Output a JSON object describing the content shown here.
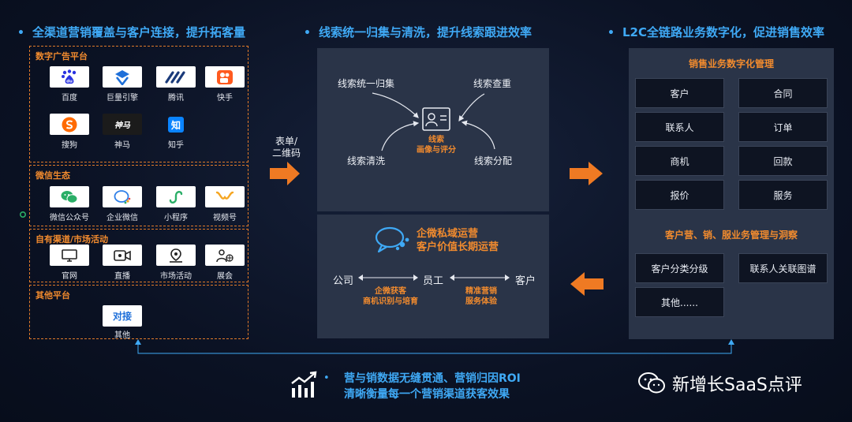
{
  "headings": {
    "left": "全渠道营销覆盖与客户连接，提升拓客量",
    "center": "线索统一归集与清洗，提升线索跟进效率",
    "right": "L2C全链路业务数字化，促进销售效率",
    "bullet": "•"
  },
  "left": {
    "groups": [
      {
        "title": "数字广告平台",
        "items": [
          "百度",
          "巨量引擎",
          "腾讯",
          "快手",
          "搜狗",
          "神马",
          "知乎"
        ]
      },
      {
        "title": "微信生态",
        "items": [
          "微信公众号",
          "企业微信",
          "小程序",
          "视频号"
        ]
      },
      {
        "title": "自有渠道/市场活动",
        "items": [
          "官网",
          "直播",
          "市场活动",
          "展会"
        ]
      },
      {
        "title": "其他平台",
        "items": [
          "其他"
        ],
        "button": "对接"
      }
    ],
    "logo_text": {
      "baidu": "du",
      "shenma": "神马",
      "zhihu": "知"
    }
  },
  "arrow_label": [
    "表单/",
    "二维码"
  ],
  "center_top": {
    "merge": "线索统一归集",
    "dedupe": "线索查重",
    "clean": "线索清洗",
    "assign": "线索分配",
    "core_line1": "线索",
    "core_line2": "画像与评分"
  },
  "center_bottom": {
    "title1": "企微私域运营",
    "title2": "客户价值长期运营",
    "company": "公司",
    "employee": "员工",
    "customer": "客户",
    "left_note1": "企微获客",
    "left_note2": "商机识别与培育",
    "right_note1": "精准营销",
    "right_note2": "服务体验"
  },
  "right": {
    "section1": "销售业务数字化管理",
    "cells": [
      "客户",
      "合同",
      "联系人",
      "订单",
      "商机",
      "回款",
      "报价",
      "服务"
    ],
    "section2": "客户营、销、服业务管理与洞察",
    "cells2": [
      "客户分类分级",
      "联系人关联图谱",
      "其他......"
    ]
  },
  "bottom": {
    "line1": "营与销数据无缝贯通、营销归因ROI",
    "line2": "清晰衡量每一个营销渠道获客效果",
    "bullet": "•"
  },
  "watermark": "新增长SaaS点评",
  "colors": {
    "accent_blue": "#3fa9f5",
    "accent_orange": "#f28b2e",
    "panel": "#2a3448"
  }
}
